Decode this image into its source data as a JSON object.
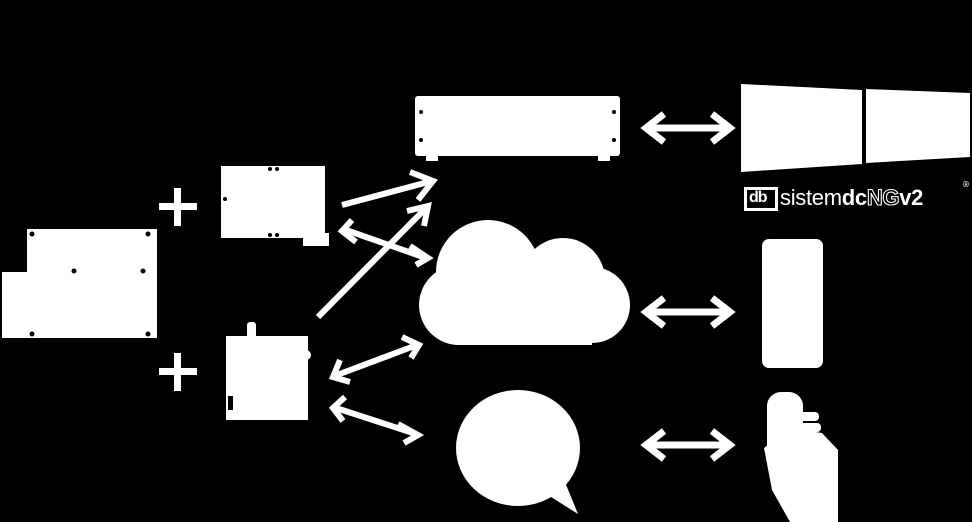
{
  "logo": {
    "part1": "sistem",
    "part2": "dc",
    "part3": "NG",
    "part4": "v2",
    "registered": "®",
    "badge": "db"
  },
  "colors": {
    "background": "#000000",
    "foreground": "#ffffff"
  }
}
